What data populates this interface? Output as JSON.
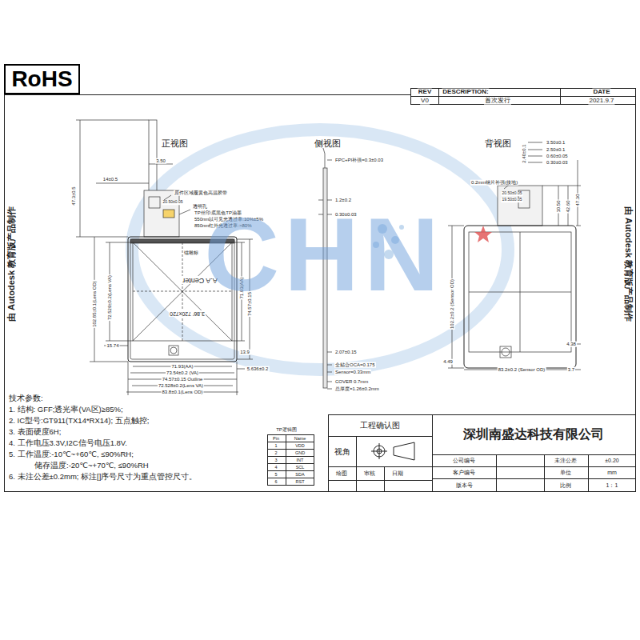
{
  "diagram": {
    "nodes": [
      {
        "text": [
          "RoHS"
        ]
      }
    ],
    "labels": [
      "REV",
      "DESCRIPTION:",
      "DATE",
      "V0",
      "首次发行",
      "2021.9.7",
      "正视图",
      "侧视图",
      "背视图",
      "3.50",
      "14±0.5",
      "47.3±0.5",
      "原件区域覆黄色高温胶带",
      "20.50±0.05",
      "透明孔",
      "TP丝印:底黑色TP油墨",
      "550nm以可见光透过率:10%±5%",
      "850nm红外光透过率:>80%",
      "镭雕标",
      "A.A Center",
      "3.86' 720x720",
      "102.85±0.1(Lens OD)",
      "72.529±0.2(Lens VA)",
      "15.74",
      "71.93(AA)",
      "74.57±0.15",
      "13.9",
      "71.93(AA)",
      "73.54±0.2 (VA)",
      "74.57±0.15 Outline",
      "72.528±0.2(Lens VA)",
      "83.8±0.1(Lens OD)",
      "5.636±0.2",
      "FPC+PI补强=0.3±0.03",
      "1.2±0.2",
      "0.30±0.03",
      "2.07±0.15",
      "全贴合OCA=0.175",
      "Sensor=0.33mm",
      "COVER 0.7mm",
      "总厚度=1.26±0.2mm",
      "3.50±0.1",
      "2.50±0.1",
      "0.60±0.05",
      "0.30±0.03",
      "2.40±0.1",
      "0.2mm钢片补强(接地)",
      "20.50±0.05",
      "19.50±0.05",
      "10.50",
      "42.60",
      "47.30",
      "102.2±0.2 (Sensor OD)",
      "83.2±0.2 (Sensor OD)",
      "4.38",
      "4.49",
      "3.7",
      "CHN",
      "由 Autodesk 教育版产品制作",
      "由 Autodesk 教育版产品制作",
      "技术参数:",
      "1. 结构: GFF;透光率(VA区)≥85%;",
      "2. IC型号:GT911(TX14*RX14); 五点触控;",
      "3. 表面硬度6H;",
      "4. 工作电压3.3V,I2C信号电压1.8V.",
      "5. 工作温度:-10℃~+60℃, ≤90%RH;",
      "储存温度:-20℃~+70℃, ≤90%RH",
      "6. 未注公差±0.2mm; 标注[]序号尺寸为重点管控尺寸。",
      "TP逻辑图",
      "Pin",
      "Name",
      "1",
      "VDD",
      "2",
      "GND",
      "3",
      "INT",
      "4",
      "SCL",
      "5",
      "SDA",
      "6",
      "RST",
      "工程确认图",
      "深圳南盛达科技有限公司",
      "视角",
      "公司编号",
      "未注公差",
      "±0.20",
      "客户编号",
      "单位",
      "mm",
      "绘图",
      "审核",
      "日期",
      "版本号",
      "比例",
      "1：1"
    ]
  }
}
